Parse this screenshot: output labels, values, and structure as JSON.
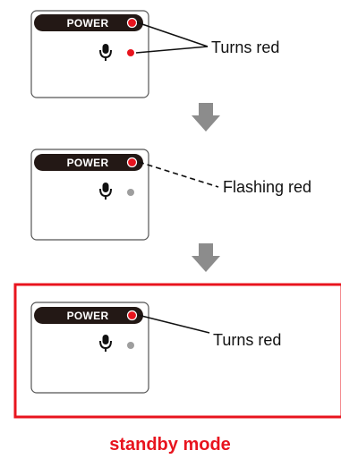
{
  "colors": {
    "red": "#e8141e",
    "label_bg": "#231815",
    "gray_dot": "#9e9e9e",
    "arrow": "#8c8c8c",
    "panel_border": "#555555"
  },
  "steps": [
    {
      "power_label": "POWER",
      "callout": "Turns red",
      "mic_led": "red",
      "line_style": "solid"
    },
    {
      "power_label": "POWER",
      "callout": "Flashing red",
      "mic_led": "gray",
      "line_style": "dashed"
    },
    {
      "power_label": "POWER",
      "callout": "Turns red",
      "mic_led": "gray",
      "line_style": "solid"
    }
  ],
  "caption": "standby mode",
  "icons": {
    "mic": "microphone-icon",
    "arrow": "down-arrow-icon"
  }
}
